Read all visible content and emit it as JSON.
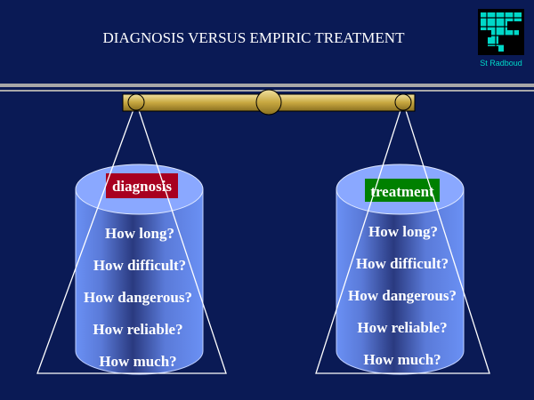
{
  "title": "DIAGNOSIS VERSUS EMPIRIC TREATMENT",
  "logo": {
    "text": "St Radboud",
    "color": "#00d8c8"
  },
  "colors": {
    "background": "#0a1a55",
    "beam": "#d8c060",
    "diagnosis_label": "#a80020",
    "treatment_label": "#008000",
    "cylinder": "#6a8ef0"
  },
  "left": {
    "label": "diagnosis",
    "questions": [
      "How long?",
      "How difficult?",
      "How dangerous?",
      "How reliable?",
      "How much?"
    ]
  },
  "right": {
    "label": "treatment",
    "questions": [
      "How long?",
      "How difficult?",
      "How dangerous?",
      "How reliable?",
      "How much?"
    ]
  }
}
